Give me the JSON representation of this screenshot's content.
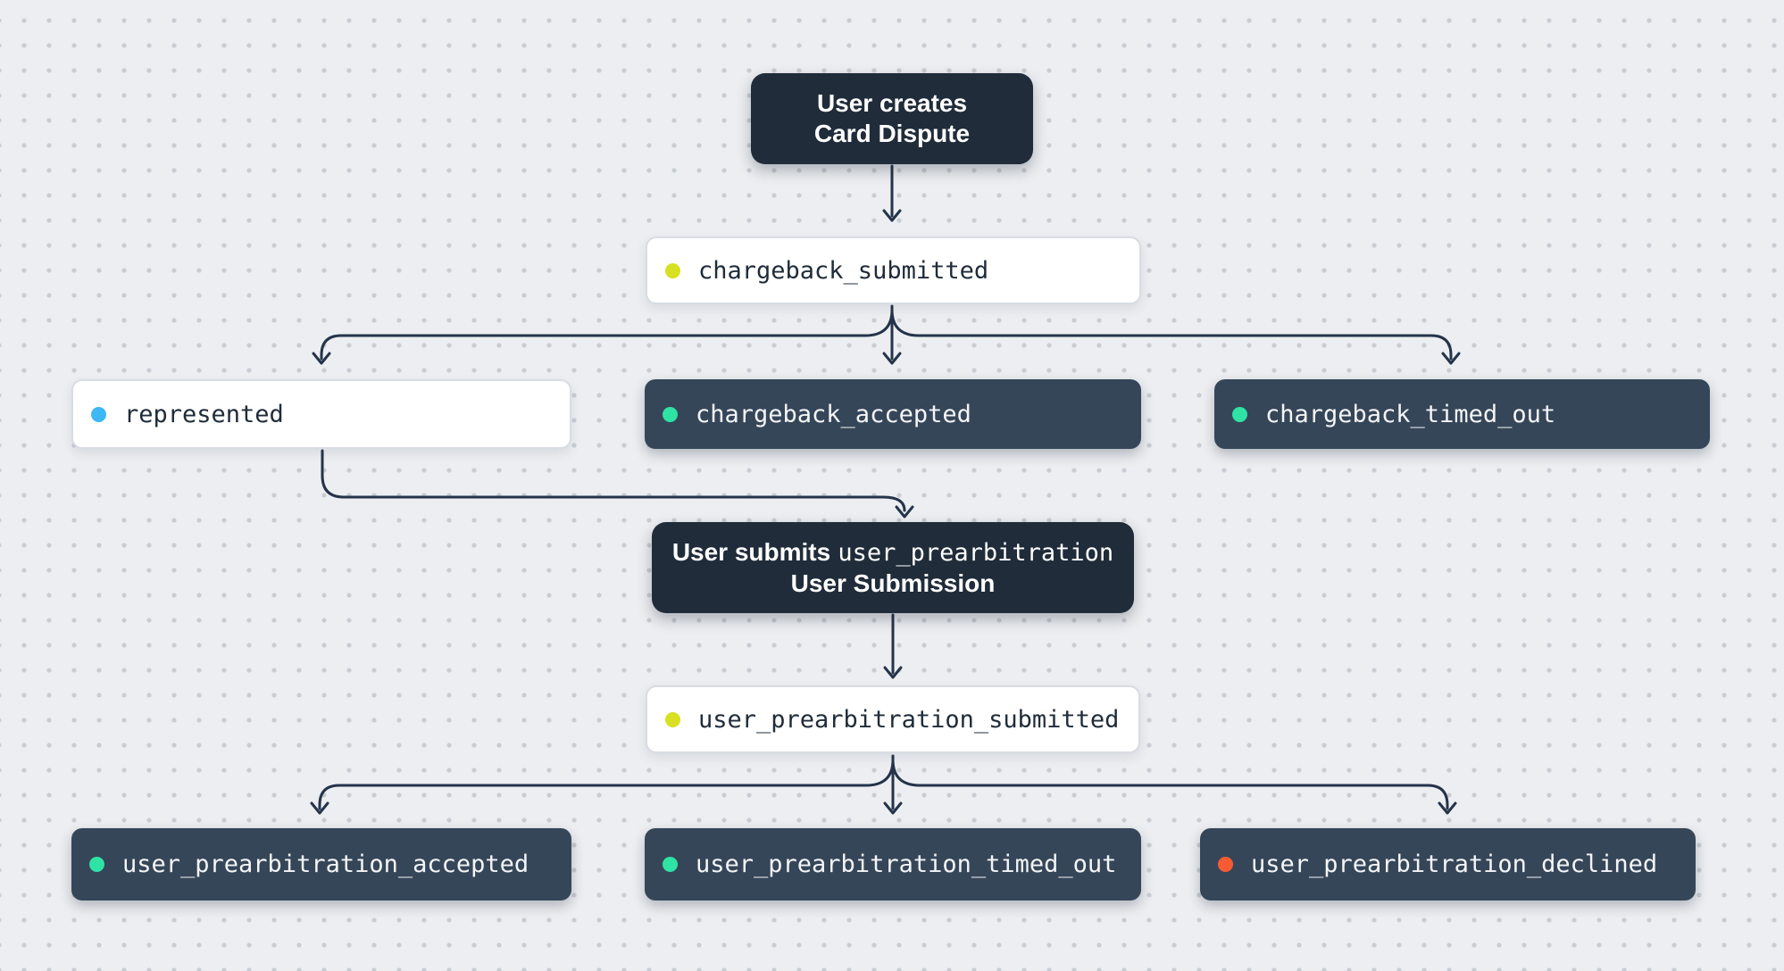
{
  "diagram": {
    "description": "Card Dispute lifecycle flowchart",
    "colors": {
      "background": "#eceef1",
      "grid_dot": "#c8ccd3",
      "connector": "#24344a",
      "action_box": "#202c3a",
      "state_box_dark": "#364659",
      "state_box_light": "#ffffff",
      "dot_yellow": "#d7e021",
      "dot_blue": "#3cb8f4",
      "dot_green": "#2fe3a4",
      "dot_orange": "#f75b33"
    },
    "actions": {
      "create_dispute": {
        "line1": "User creates",
        "line2": "Card Dispute"
      },
      "submit_prearbitration": {
        "prefix": "User submits",
        "code": "user_prearbitration",
        "line2": "User Submission"
      }
    },
    "states": {
      "chargeback_submitted": {
        "label": "chargeback_submitted",
        "dot_color": "#d7e021"
      },
      "represented": {
        "label": "represented",
        "dot_color": "#3cb8f4"
      },
      "chargeback_accepted": {
        "label": "chargeback_accepted",
        "dot_color": "#2fe3a4"
      },
      "chargeback_timed_out": {
        "label": "chargeback_timed_out",
        "dot_color": "#2fe3a4"
      },
      "user_prearbitration_submitted": {
        "label": "user_prearbitration_submitted",
        "dot_color": "#d7e021"
      },
      "user_prearbitration_accepted": {
        "label": "user_prearbitration_accepted",
        "dot_color": "#2fe3a4"
      },
      "user_prearbitration_timed_out": {
        "label": "user_prearbitration_timed_out",
        "dot_color": "#2fe3a4"
      },
      "user_prearbitration_declined": {
        "label": "user_prearbitration_declined",
        "dot_color": "#f75b33"
      }
    }
  }
}
